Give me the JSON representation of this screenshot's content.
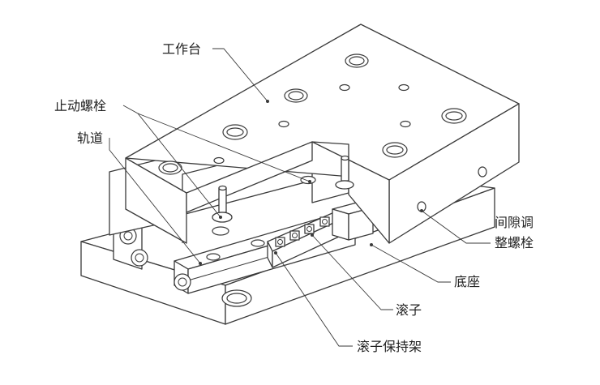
{
  "labels": {
    "workbench": "工作台",
    "stop_bolt": "止动螺栓",
    "rail": "轨道",
    "gap_bolt_line1": "间隙调",
    "gap_bolt_line2": "整螺栓",
    "base": "底座",
    "roller": "滚子",
    "roller_cage": "滚子保持架"
  },
  "colors": {
    "line": "#3a3a3a",
    "shade": "#bdbdbd",
    "background": "#ffffff",
    "text": "#222222"
  }
}
